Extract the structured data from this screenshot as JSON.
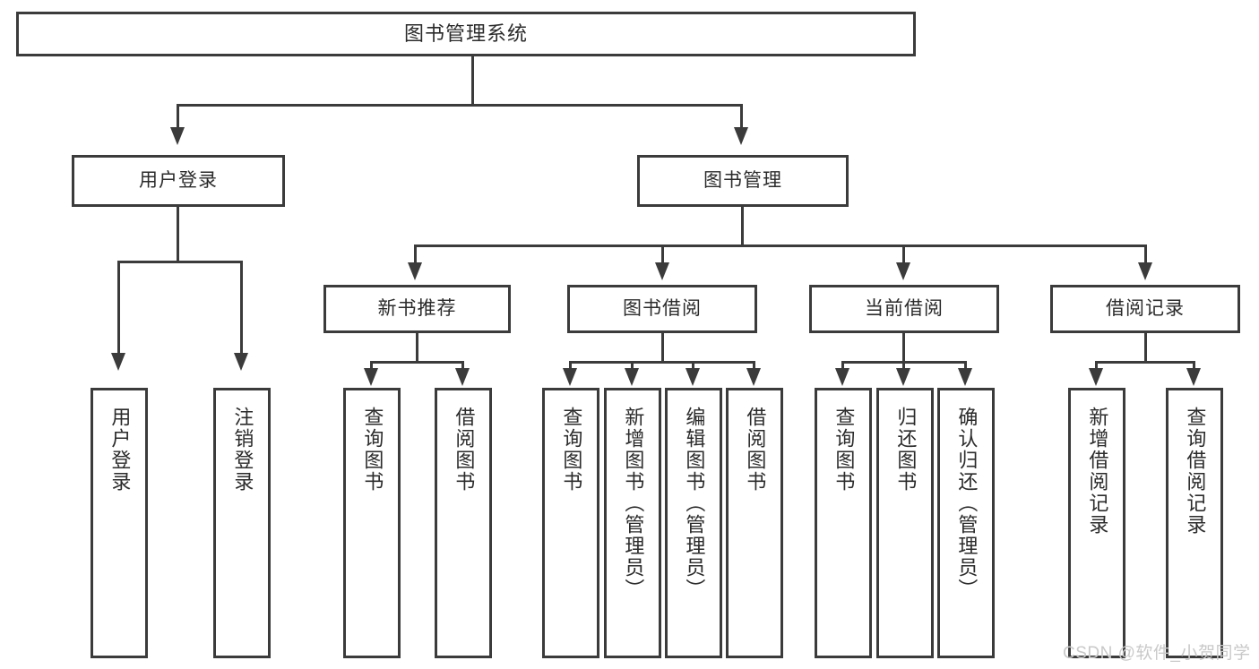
{
  "diagram": {
    "type": "tree",
    "title": "图书管理系统",
    "root": {
      "label": "图书管理系统"
    },
    "level2": [
      {
        "label": "用户登录"
      },
      {
        "label": "图书管理"
      }
    ],
    "level3": [
      {
        "label": "新书推荐"
      },
      {
        "label": "图书借阅"
      },
      {
        "label": "当前借阅"
      },
      {
        "label": "借阅记录"
      }
    ],
    "leaves": {
      "user_login": [
        {
          "label": "用户登录"
        },
        {
          "label": "注销登录"
        }
      ],
      "new_book": [
        {
          "label": "查询图书"
        },
        {
          "label": "借阅图书"
        }
      ],
      "book_borrow": [
        {
          "label": "查询图书"
        },
        {
          "label": "新增图书（管理员）"
        },
        {
          "label": "编辑图书（管理员）"
        },
        {
          "label": "借阅图书"
        }
      ],
      "current_borrow": [
        {
          "label": "查询图书"
        },
        {
          "label": "归还图书"
        },
        {
          "label": "确认归还（管理员）"
        }
      ],
      "borrow_record": [
        {
          "label": "新增借阅记录"
        },
        {
          "label": "查询借阅记录"
        }
      ]
    }
  },
  "watermark": {
    "text": "CSDN @软件_小贺同学"
  },
  "colors": {
    "stroke": "#3b3b3b",
    "text": "#2b2b2b",
    "background": "#ffffff",
    "watermark": "#c9c9c9"
  }
}
